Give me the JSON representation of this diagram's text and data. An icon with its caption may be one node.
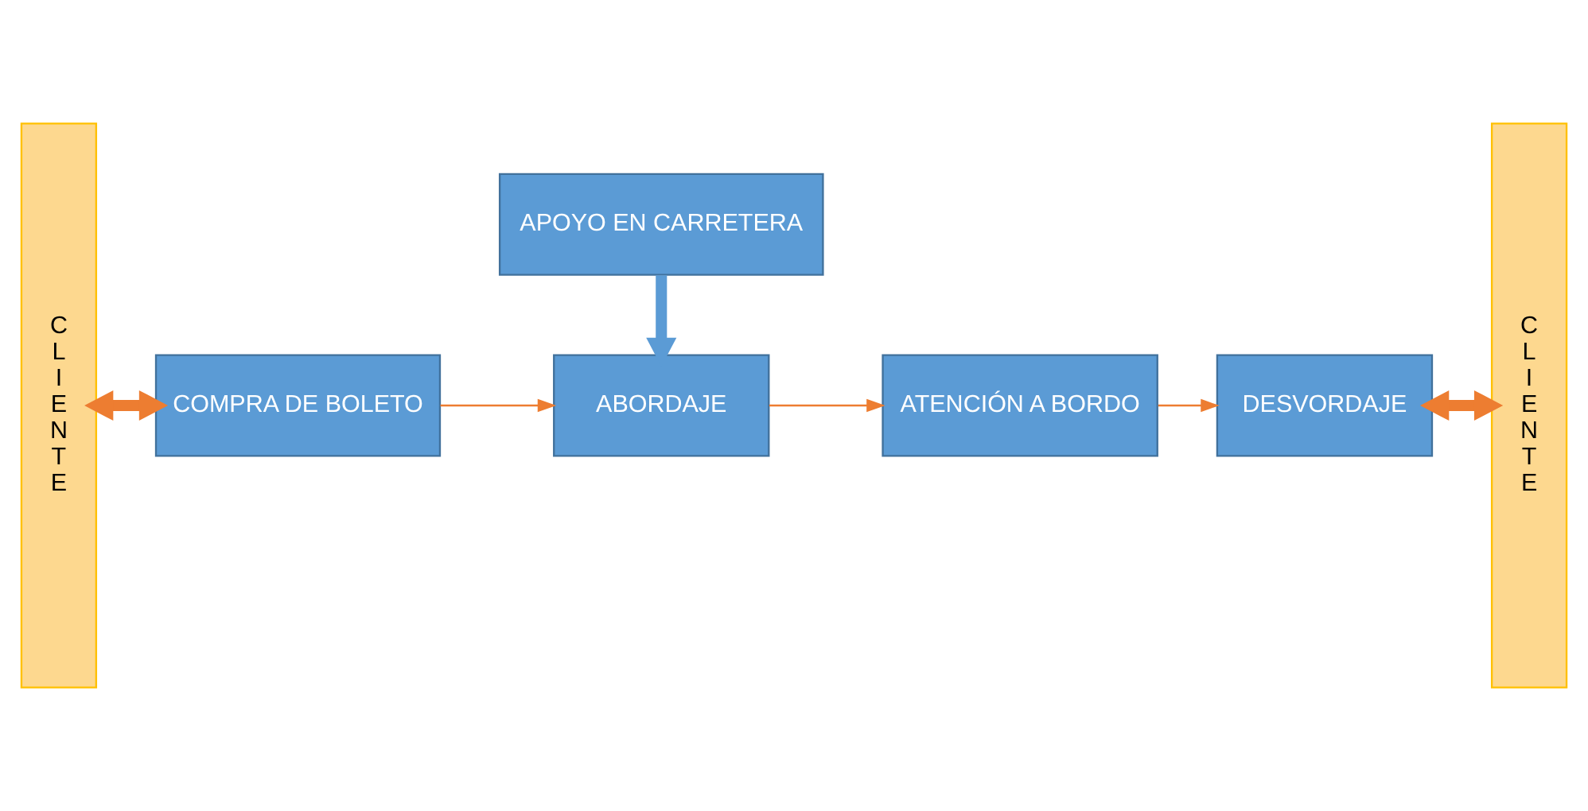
{
  "diagram": {
    "nodes": [
      {
        "text": [
          "CLIENTE"
        ]
      },
      {
        "text": [
          "COMPRA DE BOLETO"
        ]
      },
      {
        "text": [
          "ABORDAJE"
        ]
      },
      {
        "text": [
          "ATENCIÓN A BORDO"
        ]
      },
      {
        "text": [
          "DESVORDAJE"
        ]
      },
      {
        "text": [
          "APOYO EN CARRETERA"
        ]
      },
      {
        "text": [
          "CLIENTE"
        ]
      }
    ],
    "edges": [
      {
        "from": 0,
        "to": 1,
        "arrow": "both",
        "style": "thick"
      },
      {
        "from": 1,
        "to": 2,
        "arrow": "to"
      },
      {
        "from": 2,
        "to": 3,
        "arrow": "to"
      },
      {
        "from": 3,
        "to": 4,
        "arrow": "to"
      },
      {
        "from": 4,
        "to": 6,
        "arrow": "both",
        "style": "thick"
      },
      {
        "from": 5,
        "to": 2,
        "arrow": "to",
        "style": "thick",
        "color": "#5b9bd5"
      }
    ]
  }
}
